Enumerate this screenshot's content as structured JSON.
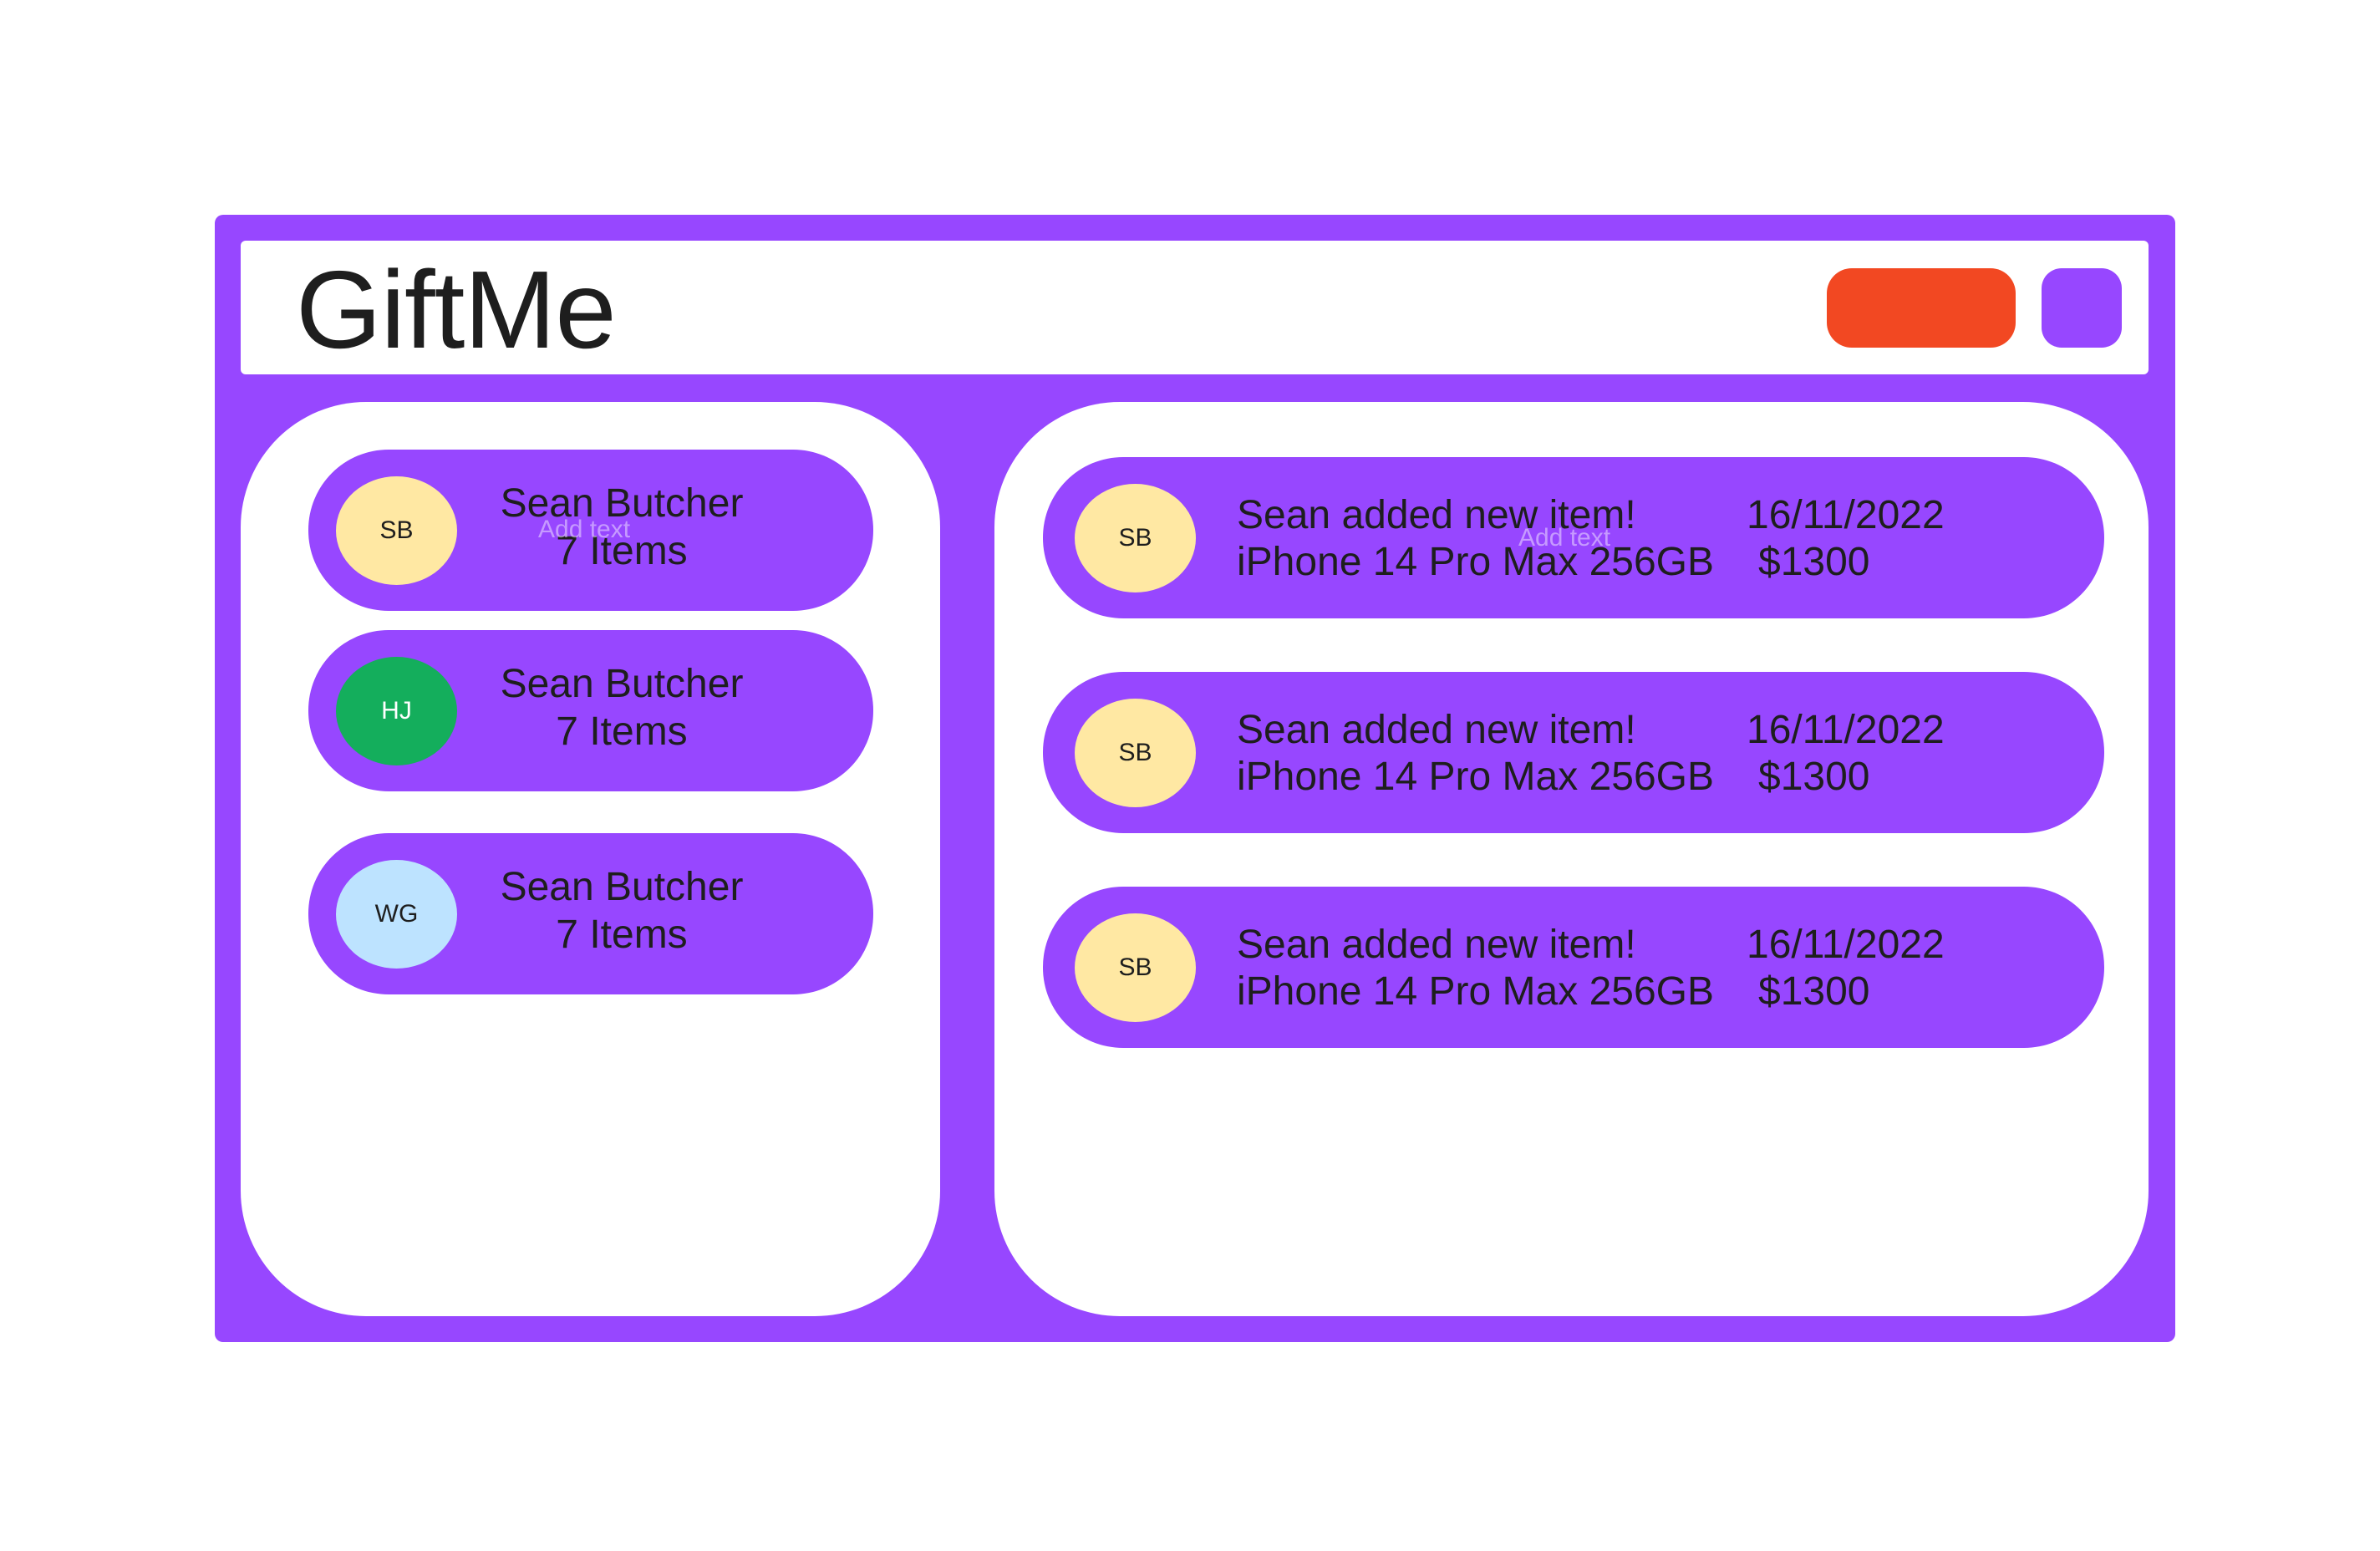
{
  "app": {
    "title": "GiftMe"
  },
  "colors": {
    "brand": "#9747ff",
    "primary_button": "#f24822",
    "text": "#1e1e1e"
  },
  "people": [
    {
      "initials": "SB",
      "name": "Sean Butcher",
      "items": "7 Items",
      "avatar_color": "#ffe8a3"
    },
    {
      "initials": "HJ",
      "name": "Sean Butcher",
      "items": "7 Items",
      "avatar_color": "#14ae5c"
    },
    {
      "initials": "WG",
      "name": "Sean Butcher",
      "items": "7 Items",
      "avatar_color": "#bde3ff"
    }
  ],
  "feed": [
    {
      "initials": "SB",
      "message": "Sean added new item!",
      "item": "iPhone 14 Pro Max 256GB",
      "date": "16/11/2022",
      "price": "$1300"
    },
    {
      "initials": "SB",
      "message": "Sean added new item!",
      "item": "iPhone 14 Pro Max 256GB",
      "date": "16/11/2022",
      "price": "$1300"
    },
    {
      "initials": "SB",
      "message": "Sean added new item!",
      "item": "iPhone 14 Pro Max 256GB",
      "date": "16/11/2022",
      "price": "$1300"
    }
  ],
  "placeholders": {
    "people_hint": "Add text",
    "feed_hint": "Add text"
  }
}
